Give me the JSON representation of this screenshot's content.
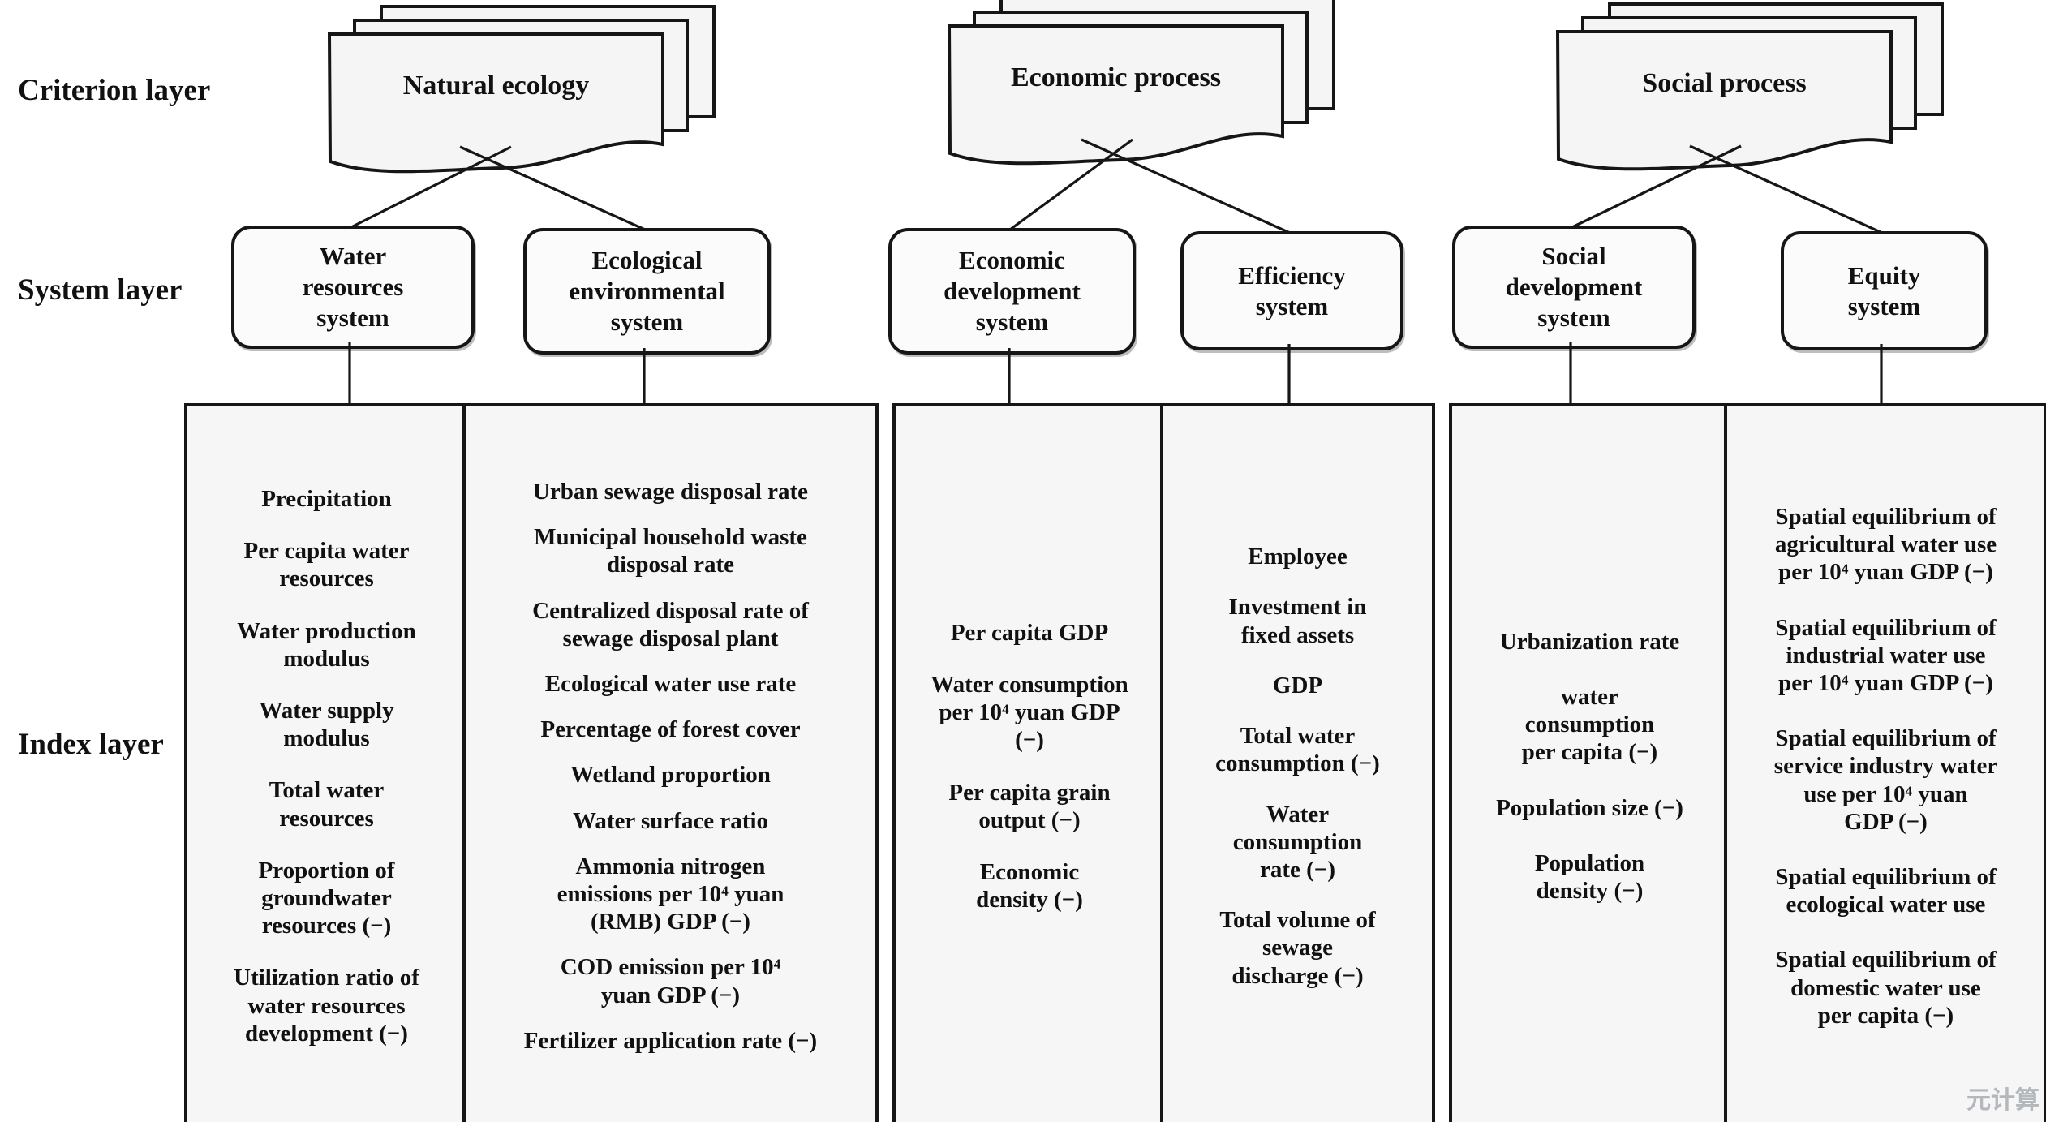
{
  "labels": {
    "criterion": "Criterion layer",
    "system": "System layer",
    "index": "Index layer"
  },
  "watermark": "元计算",
  "colors": {
    "line": "#161616",
    "sheet_fill": "#f5f5f5",
    "system_box_fill": "#fbfbfb",
    "panel_fill": "#f6f6f6",
    "watermark_gray": "#b4b7bc"
  },
  "groups": [
    {
      "criterion": "Natural ecology",
      "systems": [
        {
          "label": "Water\nresources\nsystem",
          "indicators": [
            "Precipitation",
            "Per capita water\nresources",
            "Water production\nmodulus",
            "Water supply\nmodulus",
            "Total water\nresources",
            "Proportion of\ngroundwater\nresources (−)",
            "Utilization ratio of\nwater resources\ndevelopment (−)"
          ]
        },
        {
          "label": "Ecological\nenvironmental\nsystem",
          "indicators": [
            "Urban sewage disposal rate",
            "Municipal household waste\ndisposal rate",
            "Centralized disposal rate of\nsewage disposal plant",
            "Ecological water use rate",
            "Percentage of forest cover",
            "Wetland proportion",
            "Water surface ratio",
            "Ammonia nitrogen\nemissions per 10⁴ yuan\n(RMB) GDP (−)",
            "COD emission per 10⁴\nyuan GDP (−)",
            "Fertilizer application rate (−)"
          ]
        }
      ]
    },
    {
      "criterion": "Economic process",
      "systems": [
        {
          "label": "Economic\ndevelopment\nsystem",
          "indicators": [
            "Per capita GDP",
            "Water consumption\nper 10⁴ yuan GDP\n(−)",
            "Per capita grain\noutput (−)",
            "Economic\ndensity (−)"
          ]
        },
        {
          "label": "Efficiency\nsystem",
          "indicators": [
            "Employee",
            "Investment in\nfixed assets",
            "GDP",
            "Total water\nconsumption (−)",
            "Water\nconsumption\nrate (−)",
            "Total volume of\nsewage\ndischarge (−)"
          ]
        }
      ]
    },
    {
      "criterion": "Social process",
      "systems": [
        {
          "label": "Social\ndevelopment\nsystem",
          "indicators": [
            "Urbanization rate",
            "water\nconsumption\nper capita (−)",
            "Population size (−)",
            "Population\ndensity (−)"
          ]
        },
        {
          "label": "Equity\nsystem",
          "indicators": [
            "Spatial equilibrium of\nagricultural water use\nper 10⁴ yuan GDP (−)",
            "Spatial equilibrium of\nindustrial water use\nper 10⁴ yuan GDP (−)",
            "Spatial equilibrium of\nservice industry water\nuse per 10⁴ yuan\nGDP (−)",
            "Spatial equilibrium of\necological water use",
            "Spatial equilibrium of\ndomestic water use\nper capita (−)"
          ]
        }
      ]
    }
  ]
}
